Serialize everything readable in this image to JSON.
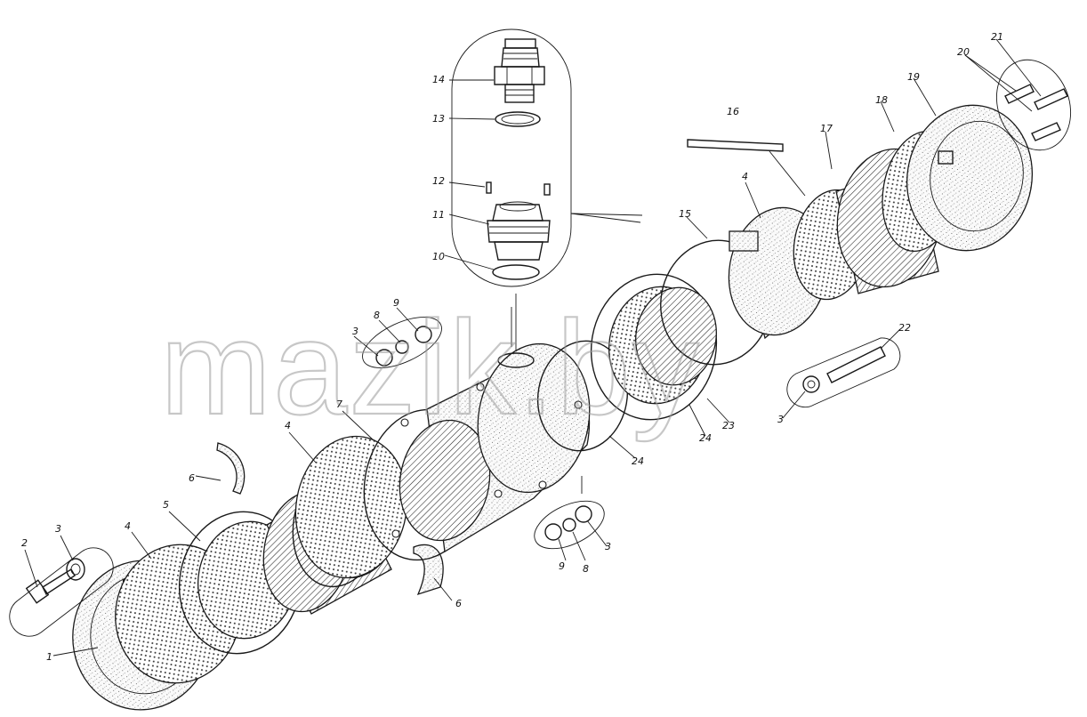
{
  "watermark": "mazik.by",
  "callouts": [
    {
      "id": "c1",
      "text": "1"
    },
    {
      "id": "c2",
      "text": "2"
    },
    {
      "id": "c3a",
      "text": "3"
    },
    {
      "id": "c3b",
      "text": "3"
    },
    {
      "id": "c3c",
      "text": "3"
    },
    {
      "id": "c3d",
      "text": "3"
    },
    {
      "id": "c4a",
      "text": "4"
    },
    {
      "id": "c4b",
      "text": "4"
    },
    {
      "id": "c4c",
      "text": "4"
    },
    {
      "id": "c5",
      "text": "5"
    },
    {
      "id": "c6a",
      "text": "6"
    },
    {
      "id": "c6b",
      "text": "6"
    },
    {
      "id": "c7",
      "text": "7"
    },
    {
      "id": "c8a",
      "text": "8"
    },
    {
      "id": "c8b",
      "text": "8"
    },
    {
      "id": "c9a",
      "text": "9"
    },
    {
      "id": "c9b",
      "text": "9"
    },
    {
      "id": "c10",
      "text": "10"
    },
    {
      "id": "c11",
      "text": "11"
    },
    {
      "id": "c12",
      "text": "12"
    },
    {
      "id": "c13",
      "text": "13"
    },
    {
      "id": "c14",
      "text": "14"
    },
    {
      "id": "c15",
      "text": "15"
    },
    {
      "id": "c16",
      "text": "16"
    },
    {
      "id": "c17",
      "text": "17"
    },
    {
      "id": "c18",
      "text": "18"
    },
    {
      "id": "c19",
      "text": "19"
    },
    {
      "id": "c20",
      "text": "20"
    },
    {
      "id": "c21",
      "text": "21"
    },
    {
      "id": "c22",
      "text": "22"
    },
    {
      "id": "c23",
      "text": "23"
    },
    {
      "id": "c24a",
      "text": "24"
    },
    {
      "id": "c24b",
      "text": "24"
    }
  ]
}
